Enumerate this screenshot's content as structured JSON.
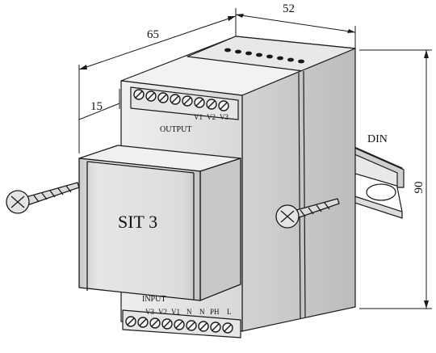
{
  "dimensions": {
    "depth": "65",
    "width": "52",
    "cover_offset": "15",
    "height": "90"
  },
  "device": {
    "model": "SIT 3",
    "output_label": "OUTPUT",
    "output_terminals": [
      "V1",
      "V2",
      "V3"
    ],
    "input_label": "INPUT",
    "input_terminals": [
      "V3",
      "V2",
      "V1",
      "N",
      "N",
      "PH",
      "L"
    ]
  },
  "rail": {
    "label": "DIN"
  },
  "colors": {
    "ink": "#1a1a1a",
    "housing_front": "#e4e4e4",
    "housing_side": "#cfcfcf",
    "housing_top": "#f2f2f2",
    "cover": "#d9d9d9",
    "screw": "#e0e0e0"
  }
}
